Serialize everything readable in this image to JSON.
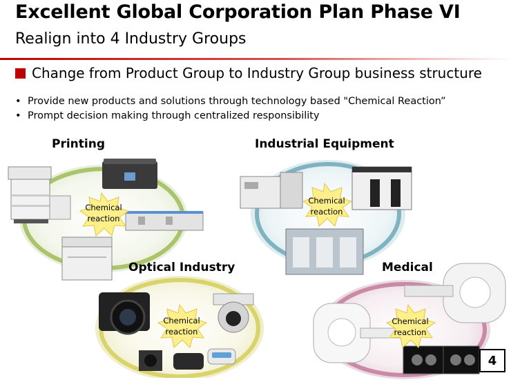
{
  "header": {
    "title": "Excellent Global Corporation Plan Phase VI",
    "subtitle": "Realign into 4 Industry Groups"
  },
  "section": {
    "heading": "Change from Product Group to Industry Group business structure",
    "bullets": [
      "Provide new products and solutions through technology based \"Chemical Reaction”",
      "Prompt decision making through centralized responsibility"
    ]
  },
  "groups": [
    {
      "name": "Printing",
      "burst_line1": "Chemical",
      "burst_line2": "reaction"
    },
    {
      "name": "Industrial Equipment",
      "burst_line1": "Chemical",
      "burst_line2": "reaction"
    },
    {
      "name": "Optical Industry",
      "burst_line1": "Chemical",
      "burst_line2": "reaction"
    },
    {
      "name": "Medical",
      "burst_line1": "Chemical",
      "burst_line2": "reaction"
    }
  ],
  "colors": {
    "accent": "#c00000",
    "printing_ring": "#a9c46a",
    "industrial_ring": "#7fb3c2",
    "optical_ring": "#d9d36b",
    "medical_ring": "#c98aa6",
    "burst": "#fdef8a"
  },
  "page_number": "4"
}
